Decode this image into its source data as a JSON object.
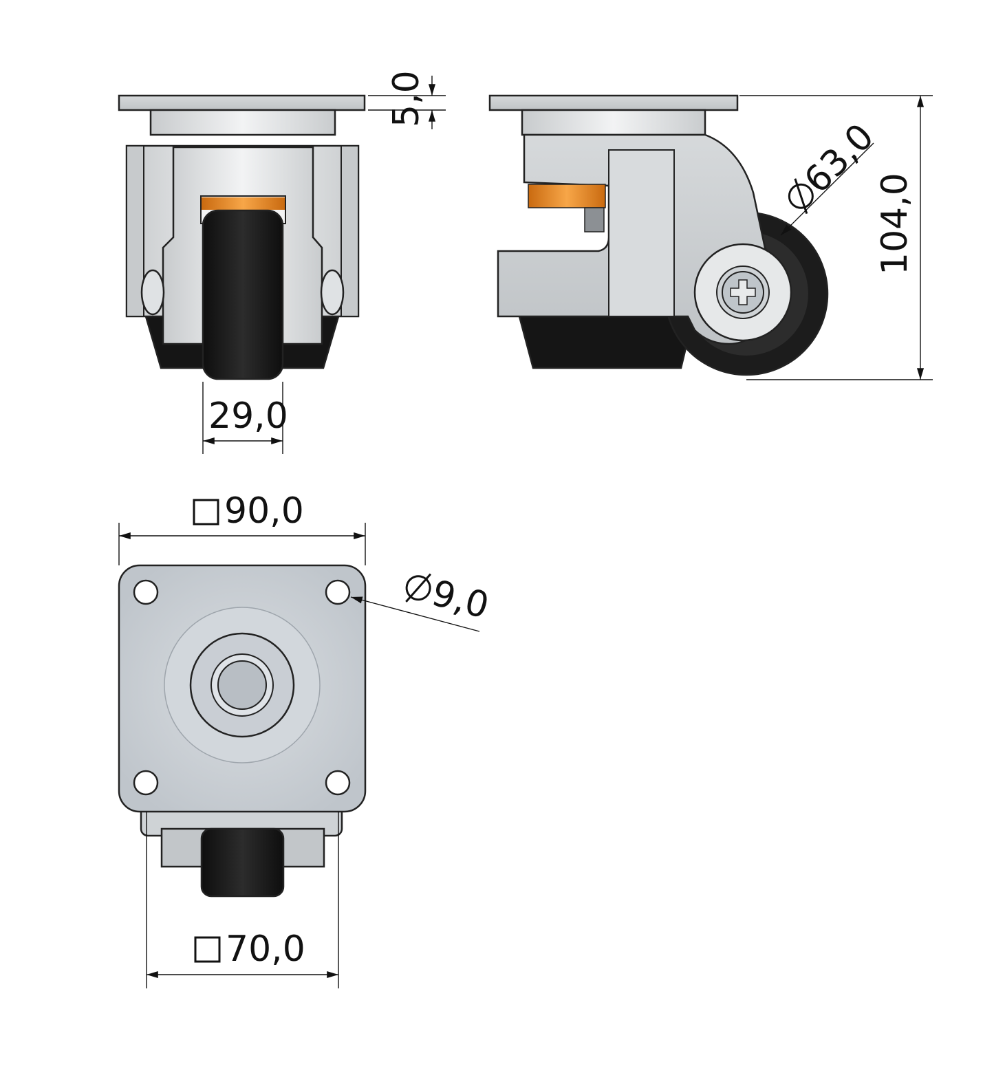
{
  "drawing": {
    "views": [
      "front-view",
      "side-view",
      "top-view"
    ],
    "dimensions": {
      "plate_thickness": "5,0",
      "wheel_width": "29,0",
      "wheel_diameter": "63,0",
      "total_height": "104,0",
      "plate_size": "90,0",
      "hole_spacing": "70,0",
      "hole_diameter": "9,0"
    }
  },
  "colors": {
    "metal": "#e2e4e5",
    "plate": "#c9ced3",
    "rubber": "#1a1a1a",
    "accent_orange": "#e88a2a",
    "line": "#111111"
  }
}
